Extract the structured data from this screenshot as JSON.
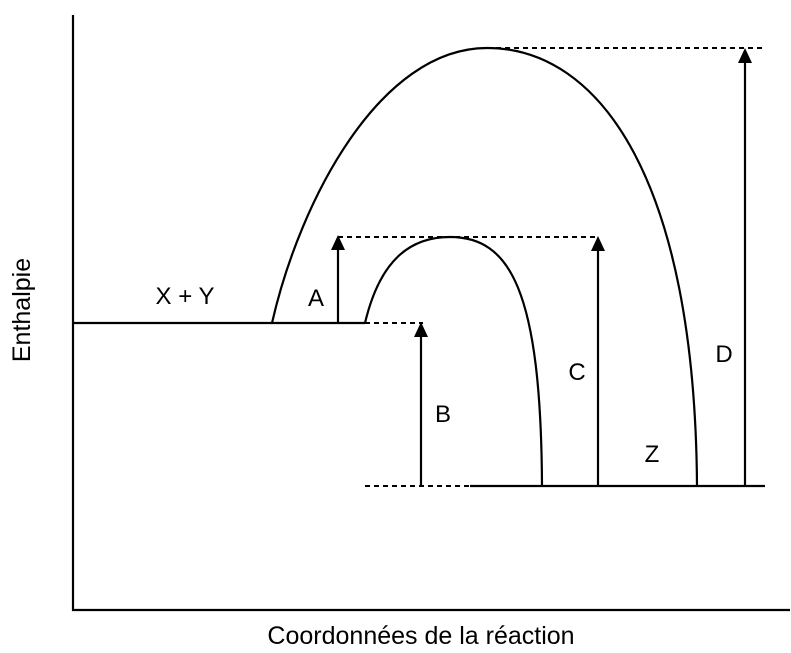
{
  "axes": {
    "y_label": "Enthalpie",
    "x_label": "Coordonnées de la réaction"
  },
  "labels": {
    "reactants": "X + Y",
    "product": "Z",
    "arrow_a": "A",
    "arrow_b": "B",
    "arrow_c": "C",
    "arrow_d": "D"
  }
}
